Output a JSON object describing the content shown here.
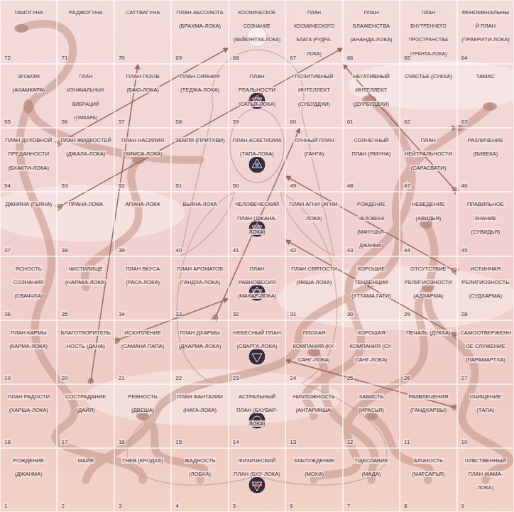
{
  "diagram": {
    "nodes": [
      {
        "text": [
          "ТАМОГУНА",
          "72"
        ]
      },
      {
        "text": [
          "РАДЖОГУНА",
          "71"
        ]
      },
      {
        "text": [
          "САТТВАГУНА",
          "70"
        ]
      },
      {
        "text": [
          "ПЛАН АБСОЛЮТА (БРАХМА-ЛОКА)",
          "69"
        ]
      },
      {
        "text": [
          "КОСМИЧЕСКОЕ СОЗНАНИЕ (ВАЙКУНТХА-ЛОКА)",
          "68"
        ]
      },
      {
        "text": [
          "ПЛАН КОСМИЧЕСКОГО БЛАГА (РУДРА-ЛОКА)",
          "67"
        ]
      },
      {
        "text": [
          "ПЛАН БЛАЖЕНСТВА (АНАНДА-ЛОКА)",
          "66"
        ]
      },
      {
        "text": [
          "ПЛАН ВНУТРЕННЕГО ПРОСТРАНСТВА (УРАНТА-ЛОКА)",
          "65"
        ]
      },
      {
        "text": [
          "ФЕНОМЕНАЛЬНЫЙ ПЛАН (ПРАКРИТИ-ЛОКА)",
          "64"
        ]
      },
      {
        "text": [
          "ЭГОИЗМ (АХАМКАРА)",
          "55"
        ]
      },
      {
        "text": [
          "ПЛАН ИЗНАЧАЛЬНЫХ ВИБРАЦИЙ (ОМКАРА)",
          "56"
        ]
      },
      {
        "text": [
          "ПЛАН ГАЗОВ (ВАЮ-ЛОКА)",
          "57"
        ]
      },
      {
        "text": [
          "ПЛАН СИЯНИЯ (ТЕДЖА-ЛОКА)",
          "58"
        ]
      },
      {
        "text": [
          "ПЛАН РЕАЛЬНОСТИ (САТЬЯ-ЛОКА)",
          "59"
        ]
      },
      {
        "text": [
          "ПОЗИТИВНЫЙ ИНТЕЛЛЕКТ (СУБУДДХИ)",
          "60"
        ]
      },
      {
        "text": [
          "НЕГАТИВНЫЙ ИНТЕЛЛЕКТ (ДУРБУДДХИ)",
          "61"
        ]
      },
      {
        "text": [
          "СЧАСТЬЕ (СУКХА)",
          "62"
        ]
      },
      {
        "text": [
          "ТАМАС",
          "63"
        ]
      },
      {
        "text": [
          "ПЛАН ДУХОВНОЙ ПРЕДАННОСТИ (БХАКТИ-ЛОКА)",
          "54"
        ]
      },
      {
        "text": [
          "ПЛАН ЖИДКОСТЕЙ (ДЖАЛА-ЛОКА)",
          "53"
        ]
      },
      {
        "text": [
          "ПЛАН НАСИЛИЯ (ХИМСА-ЛОКА)",
          "52"
        ]
      },
      {
        "text": [
          "ЗЕМЛЯ (ПРИТХВИ)",
          "51"
        ]
      },
      {
        "text": [
          "ПЛАН АСКЕТИЗМА (ТАПА-ЛОКА)",
          "50"
        ]
      },
      {
        "text": [
          "ЛУННЫЙ ПЛАН (ГАНГА)",
          "49"
        ]
      },
      {
        "text": [
          "СОЛНЕЧНЫЙ ПЛАН (ЯМУНА)",
          "48"
        ]
      },
      {
        "text": [
          "ПЛАН НЕЙТРАЛЬНОСТИ (САРАСВАТИ)",
          "47"
        ]
      },
      {
        "text": [
          "РАЗЛИЧЕНИЕ (ВИВЕКА)",
          "46"
        ]
      },
      {
        "text": [
          "ДЖНЯНА (ГЬЯНА)",
          "37"
        ]
      },
      {
        "text": [
          "ПРАНА-ЛОКА",
          "38"
        ]
      },
      {
        "text": [
          "АПАНА-ЛОКА",
          "39"
        ]
      },
      {
        "text": [
          "ВЬЯНА-ЛОКА",
          "40"
        ]
      },
      {
        "text": [
          "ЧЕЛОВЕЧЕСКИЙ ПЛАН (ДЖАНА-ЛОКА)",
          "41"
        ]
      },
      {
        "text": [
          "ПЛАН АГНИ (АГНИ-ЛОКА)",
          "42"
        ]
      },
      {
        "text": [
          "РОЖДЕНИЕ ЧЕЛОВЕКА (МАНУШЬЯ-ДЖАНМА)",
          "43"
        ]
      },
      {
        "text": [
          "НЕВЕДЕНИЕ (АВИДЬЯ)",
          "44"
        ]
      },
      {
        "text": [
          "ПРАВИЛЬНОЕ ЗНАНИЕ (СУВИДЬЯ)",
          "45"
        ]
      },
      {
        "text": [
          "ЯСНОСТЬ СОЗНАНИЯ (СВАЧЧХА)",
          "36"
        ]
      },
      {
        "text": [
          "ЧИСТИЛИЩЕ (НАРАКА-ЛОКА)",
          "35"
        ]
      },
      {
        "text": [
          "ПЛАН ВКУСА (РАСА-ЛОКА)",
          "34"
        ]
      },
      {
        "text": [
          "ПЛАН АРОМАТОВ (ГАНДХА-ЛОКА)",
          "33"
        ]
      },
      {
        "text": [
          "ПЛАН РАВНОВЕСИЯ (МАХАР-ЛОКА)",
          "32"
        ]
      },
      {
        "text": [
          "ПЛАН СВЯТОСТИ (ЯКША-ЛОКА)",
          "31"
        ]
      },
      {
        "text": [
          "ХОРОШИЕ ТЕНДЕНЦИИ (УТТАМА ГАТИ)",
          "30"
        ]
      },
      {
        "text": [
          "ОТСУТСТВИЕ РЕЛИГИОЗНОСТИ (АДХАРМА)",
          "29"
        ]
      },
      {
        "text": [
          "ИСТИННАЯ РЕЛИГИОЗНОСТЬ (СУДХАРМА)",
          "28"
        ]
      },
      {
        "text": [
          "ПЛАН КАРМЫ (КАРМА-ЛОКА)",
          "19"
        ]
      },
      {
        "text": [
          "БЛАГОТВОРИТЕЛЬНОСТЬ (ДАНА)",
          "20"
        ]
      },
      {
        "text": [
          "ИСКУПЛЕНИЕ (САМАНА ПАПА)",
          "21"
        ]
      },
      {
        "text": [
          "ПЛАН ДХАРМЫ (ДХАРМА-ЛОКА)",
          "22"
        ]
      },
      {
        "text": [
          "НЕБЕСНЫЙ ПЛАН (СВАРГА-ЛОКА)",
          "23"
        ]
      },
      {
        "text": [
          "ПЛОХАЯ КОМПАНИЯ (КУ-САНГ-ЛОКА)",
          "24"
        ]
      },
      {
        "text": [
          "ХОРОШАЯ КОМПАНИЯ (СУ-САНГ-ЛОКА)",
          "25"
        ]
      },
      {
        "text": [
          "ПЕЧАЛЬ (ДУКХА)",
          "26"
        ]
      },
      {
        "text": [
          "САМООТВЕРЖЕННОЕ СЛУЖЕНИЕ (ПАРАМАРТХА)",
          "27"
        ]
      },
      {
        "text": [
          "ПЛАН РАДОСТИ (ХАРША-ЛОКА)",
          "18"
        ]
      },
      {
        "text": [
          "СОСТРАДАНИЕ (ДАЙЯ)",
          "17"
        ]
      },
      {
        "text": [
          "РЕВНОСТЬ (ДВЕША)",
          "16"
        ]
      },
      {
        "text": [
          "ПЛАН ФАНТАЗИИ (НАГА-ЛОКА)",
          "15"
        ]
      },
      {
        "text": [
          "АСТРАЛЬНЫЙ ПЛАН (БХУВАР-ЛОКА)",
          "14"
        ]
      },
      {
        "text": [
          "НИЧТОЖНОСТЬ (АНТАРИКША)",
          "13"
        ]
      },
      {
        "text": [
          "ЗАВИСТЬ (ИРАСЬЯ)",
          "12"
        ]
      },
      {
        "text": [
          "РАЗВЛЕЧЕНИЯ (ГАНДХАРВЫ)",
          "11"
        ]
      },
      {
        "text": [
          "ОЧИЩЕНИЕ (ТАПА)",
          "10"
        ]
      },
      {
        "text": [
          "РОЖДЕНИЕ (ДЖАНМА)",
          "1"
        ]
      },
      {
        "text": [
          "МАЙЯ",
          "2"
        ]
      },
      {
        "text": [
          "ГНЕВ (КРОДХА)",
          "3"
        ]
      },
      {
        "text": [
          "ЖАДНОСТЬ (ЛОБХА)",
          "4"
        ]
      },
      {
        "text": [
          "ФИЗИЧЕСКИЙ ПЛАН (БХУ-ЛОКА)",
          "5"
        ]
      },
      {
        "text": [
          "ЗАБЛУЖДЕНИЕ (МОХА)",
          "6"
        ]
      },
      {
        "text": [
          "ТЩЕСЛАВИЕ (МАДА)",
          "7"
        ]
      },
      {
        "text": [
          "АЛЧНОСТЬ (МАТСАРЬЯ)",
          "8"
        ]
      },
      {
        "text": [
          "ЧУВСТВЕННЫЙ ПЛАН (КАМА-ЛОКА)",
          "9"
        ]
      }
    ],
    "edges": [
      {
        "from": 62,
        "to": 49,
        "arrow": "to"
      },
      {
        "from": 55,
        "to": 2,
        "arrow": "to"
      },
      {
        "from": 46,
        "to": 40,
        "arrow": "to"
      },
      {
        "from": 48,
        "to": 14,
        "arrow": "to"
      },
      {
        "from": 53,
        "to": 31,
        "arrow": "to"
      },
      {
        "from": 44,
        "to": 22,
        "arrow": "to"
      },
      {
        "from": 27,
        "to": 6,
        "arrow": "to"
      },
      {
        "from": 35,
        "to": 5,
        "arrow": "to"
      },
      {
        "from": 26,
        "to": 16,
        "arrow": "to"
      },
      {
        "from": 18,
        "to": 4,
        "arrow": "to"
      }
    ]
  }
}
